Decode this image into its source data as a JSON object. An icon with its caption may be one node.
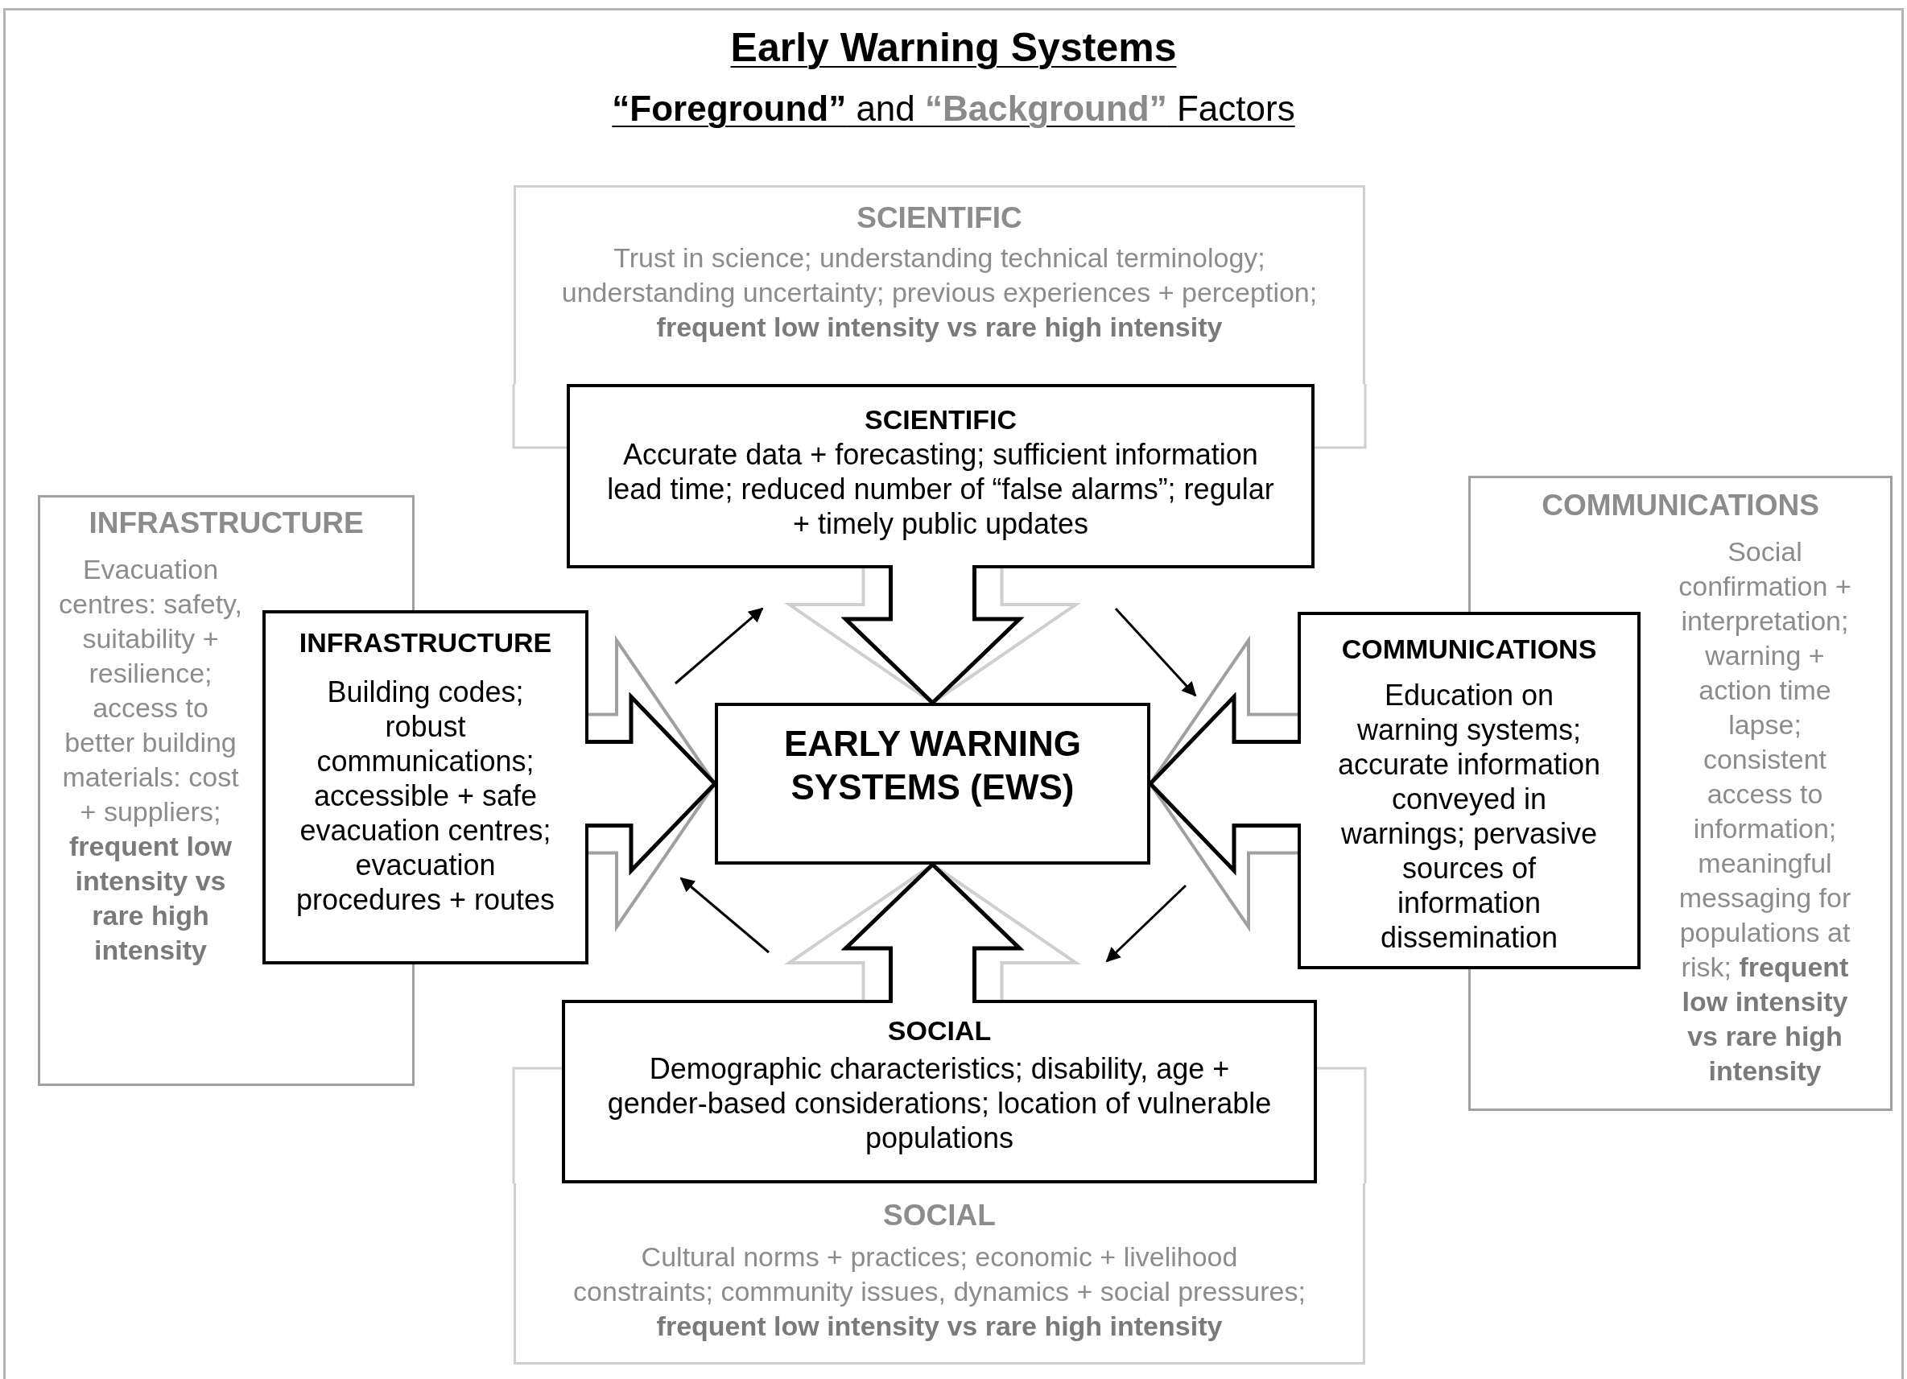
{
  "diagram": {
    "title": "Early Warning Systems",
    "nodes": [
      {
        "text": [
          "SCIENTIFIC",
          "Trust in science; understanding technical terminology; understanding uncertainty; previous experiences + perception; **frequent low intensity vs rare high intensity**"
        ]
      },
      {
        "text": [
          "SCIENTIFIC",
          "Accurate data + forecasting; sufficient information lead time; reduced number of “false alarms”; regular + timely public updates"
        ]
      },
      {
        "text": [
          "INFRASTRUCTURE",
          "Evacuation centres: safety, suitability + resilience; access to better building materials: cost + suppliers; **frequent low intensity vs rare high intensity**"
        ]
      },
      {
        "text": [
          "INFRASTRUCTURE",
          "Building codes; robust communications; accessible + safe evacuation centres; evacuation procedures + routes"
        ]
      },
      {
        "text": [
          "EARLY WARNING SYSTEMS (EWS)"
        ]
      },
      {
        "text": [
          "COMMUNICATIONS",
          "Education on warning systems; accurate information conveyed in warnings; pervasive sources of information dissemination"
        ]
      },
      {
        "text": [
          "COMMUNICATIONS",
          "Social confirmation + interpretation; warning + action time lapse; consistent access to information; meaningful messaging for populations at risk; **frequent low intensity vs rare high intensity**"
        ]
      },
      {
        "text": [
          "SOCIAL",
          "Demographic characteristics; disability, age + gender-based considerations; location of vulnerable populations"
        ]
      },
      {
        "text": [
          "SOCIAL",
          "Cultural norms + practices; economic + livelihood constraints; community issues, dynamics + social pressures; **frequent low intensity vs rare high intensity**"
        ]
      }
    ],
    "edges": [
      {
        "from": 1,
        "to": 4,
        "arrow": "to"
      },
      {
        "from": 3,
        "to": 4,
        "arrow": "to"
      },
      {
        "from": 5,
        "to": 4,
        "arrow": "to"
      },
      {
        "from": 7,
        "to": 4,
        "arrow": "to"
      }
    ],
    "labels": [
      "**“Foreground”** and **“Background”** Factors"
    ]
  }
}
